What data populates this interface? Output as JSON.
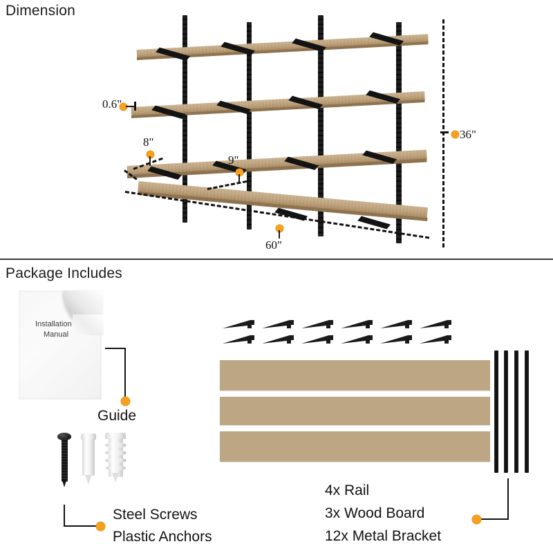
{
  "sections": {
    "dimension": {
      "title": "Dimension",
      "callouts": [
        {
          "id": "thickness",
          "value": "0.6\"",
          "name": "callout-thickness"
        },
        {
          "id": "depth-top",
          "value": "8\"",
          "name": "callout-depth"
        },
        {
          "id": "gap",
          "value": "9\"",
          "name": "callout-gap"
        },
        {
          "id": "width",
          "value": "60\"",
          "name": "callout-width"
        },
        {
          "id": "height",
          "value": "36\"",
          "name": "callout-height"
        }
      ]
    },
    "package": {
      "title": "Package Includes",
      "guide": {
        "label": "Guide",
        "paper_line1": "Installation",
        "paper_line2": "Manual"
      },
      "fasteners": {
        "label_line1": "Steel Screws",
        "label_line2": "Plastic Anchors"
      },
      "parts": {
        "label_line1": "4x Rail",
        "label_line2": "3x Wood Board",
        "label_line3": "12x Metal Bracket"
      },
      "counts": {
        "rails": 4,
        "boards": 3,
        "brackets": 12
      }
    }
  },
  "colors": {
    "accent_dot": "#F5A01E",
    "line": "#111111",
    "wood": "#BDA684",
    "metal": "#131313",
    "background": "#FFFFFF"
  }
}
